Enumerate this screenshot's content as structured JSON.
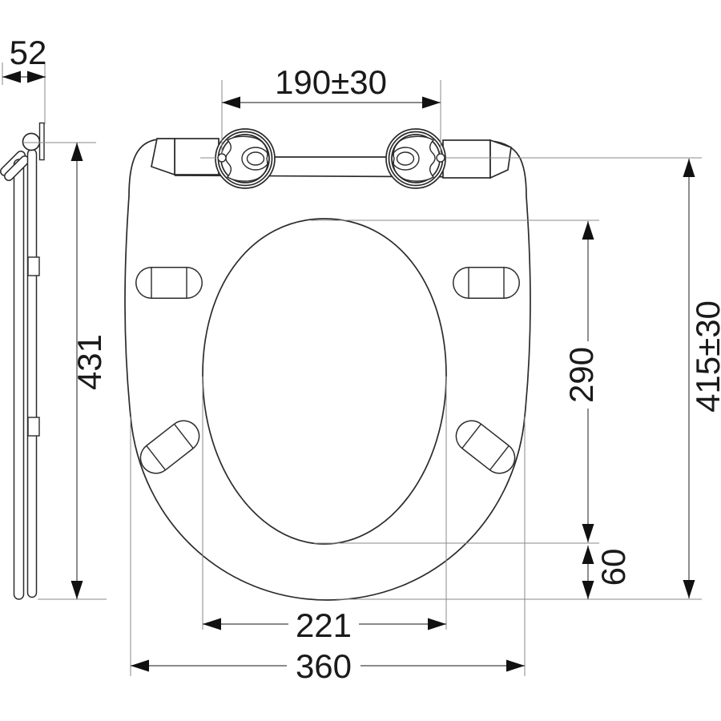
{
  "drawing": {
    "title": "Toilet seat technical drawing with dimensions",
    "views": {
      "side": "side profile view of seat and lid",
      "top": "top view of seat with hinges, opening and bumpers"
    },
    "dimensions": {
      "side_thickness": "52",
      "side_length": "431",
      "hinge_hole_spacing": "190±30",
      "overall_length": "415±30",
      "opening_length": "290",
      "rear_gap": "60",
      "opening_width": "221",
      "overall_width": "360"
    },
    "colors": {
      "background": "#ffffff",
      "outline": "#2b2b2b",
      "dimension_line": "#444444",
      "extension_line": "#8a8a8a",
      "text": "#1a1a1a"
    }
  }
}
